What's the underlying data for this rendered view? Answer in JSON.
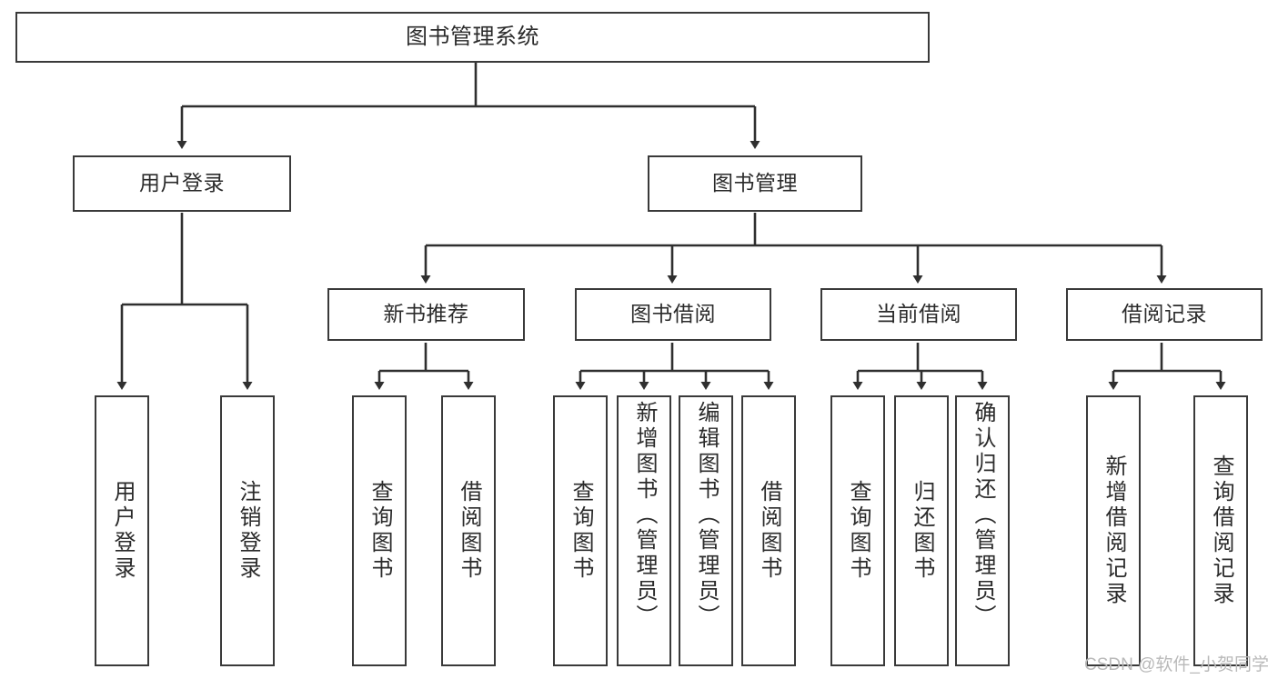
{
  "diagram": {
    "type": "tree-hierarchy-chart",
    "title": "图书管理系统",
    "orientation": "top-down",
    "colors": {
      "box_border": "#3a3a3a",
      "box_fill": "#ffffff",
      "edge": "#2f2f2f",
      "text": "#2b2b2b",
      "watermark": "#b9b9b9",
      "background": "#ffffff"
    },
    "root": {
      "label": "图书管理系统"
    },
    "level2": [
      {
        "label": "用户登录"
      },
      {
        "label": "图书管理"
      }
    ],
    "level3": [
      {
        "label": "新书推荐"
      },
      {
        "label": "图书借阅"
      },
      {
        "label": "当前借阅"
      },
      {
        "label": "借阅记录"
      }
    ],
    "leaves": [
      {
        "label": "用户登录",
        "parent": "用户登录"
      },
      {
        "label": "注销登录",
        "parent": "用户登录"
      },
      {
        "label": "查询图书",
        "parent": "新书推荐"
      },
      {
        "label": "借阅图书",
        "parent": "新书推荐"
      },
      {
        "label": "查询图书",
        "parent": "图书借阅"
      },
      {
        "label": "新增图书（管理员）",
        "parent": "图书借阅"
      },
      {
        "label": "编辑图书（管理员）",
        "parent": "图书借阅"
      },
      {
        "label": "借阅图书",
        "parent": "图书借阅"
      },
      {
        "label": "查询图书",
        "parent": "当前借阅"
      },
      {
        "label": "归还图书",
        "parent": "当前借阅"
      },
      {
        "label": "确认归还（管理员）",
        "parent": "当前借阅"
      },
      {
        "label": "新增借阅记录",
        "parent": "借阅记录"
      },
      {
        "label": "查询借阅记录",
        "parent": "借阅记录"
      }
    ]
  },
  "watermark": {
    "text": "CSDN @软件_小贺同学"
  }
}
